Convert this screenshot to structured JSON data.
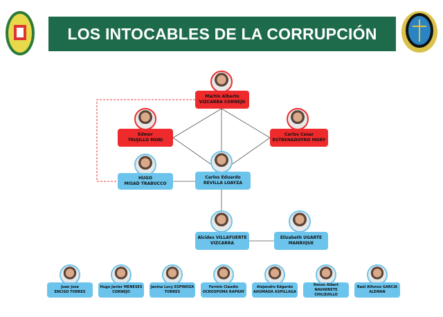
{
  "title": "LOS INTOCABLES DE LA CORRUPCIÓN",
  "colors": {
    "banner": "#1e6b4c",
    "leader": "#ee2a2c",
    "member": "#6cc4ec"
  },
  "main": [
    {
      "line1": "Martín Alberto",
      "line2": "VIZCARRA CORNEJO",
      "role": "leader"
    },
    {
      "line1": "Edmer",
      "line2": "TRUJILLO MORI",
      "role": "leader"
    },
    {
      "line1": "Carlos Cesar",
      "line2": "ESTRENADOYRO MORY",
      "role": "leader"
    },
    {
      "line1": "HUGO",
      "line2": "MISAD TRABUCCO",
      "role": "member"
    },
    {
      "line1": "Carlos Eduardo",
      "line2": "REVILLA LOAYZA",
      "role": "member"
    },
    {
      "line1": "Alcides VILLAFUERTE",
      "line2": "VIZCARRA",
      "role": "member"
    },
    {
      "line1": "Elizabeth UGARTE",
      "line2": "MANRIQUE",
      "role": "member"
    }
  ],
  "bottom": [
    {
      "line1": "Juan Jose",
      "line2": "ENCISO TORRES"
    },
    {
      "line1": "Hugo Javier MENESES",
      "line2": "CORNEJO"
    },
    {
      "line1": "Janina Lucy ESPINOZA",
      "line2": "TORRES"
    },
    {
      "line1": "Fermin Claudio",
      "line2": "OCROSPOMA RAPRAY"
    },
    {
      "line1": "Alejandro Edgardo",
      "line2": "AHUMADA ASPILLAGA"
    },
    {
      "line1": "Renzo Albert NAVARRETE",
      "line2": "CHILQUILLO"
    },
    {
      "line1": "Raúl Alfonso GARCIA",
      "line2": "ALEMAN"
    }
  ]
}
